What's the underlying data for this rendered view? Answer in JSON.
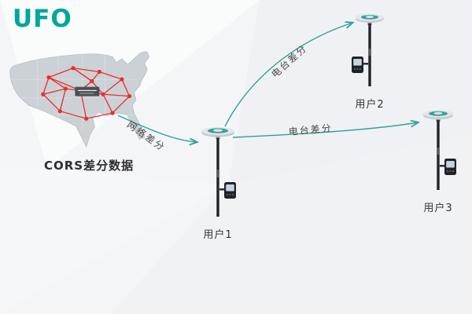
{
  "logo": {
    "text": "UFO"
  },
  "map": {
    "caption": "CORS差分数据"
  },
  "arrows": {
    "network": "网络差分",
    "radio_top": "电台差分",
    "radio_right": "电台差分"
  },
  "devices": [
    {
      "label": "用户1"
    },
    {
      "label": "用户2"
    },
    {
      "label": "用户3"
    }
  ],
  "colors": {
    "logo_teal": "#00a79b",
    "arrow_teal": "#2fa198",
    "network_red": "#e4312e",
    "map_gray": "#ccd1d6",
    "text_dark": "#333333"
  }
}
